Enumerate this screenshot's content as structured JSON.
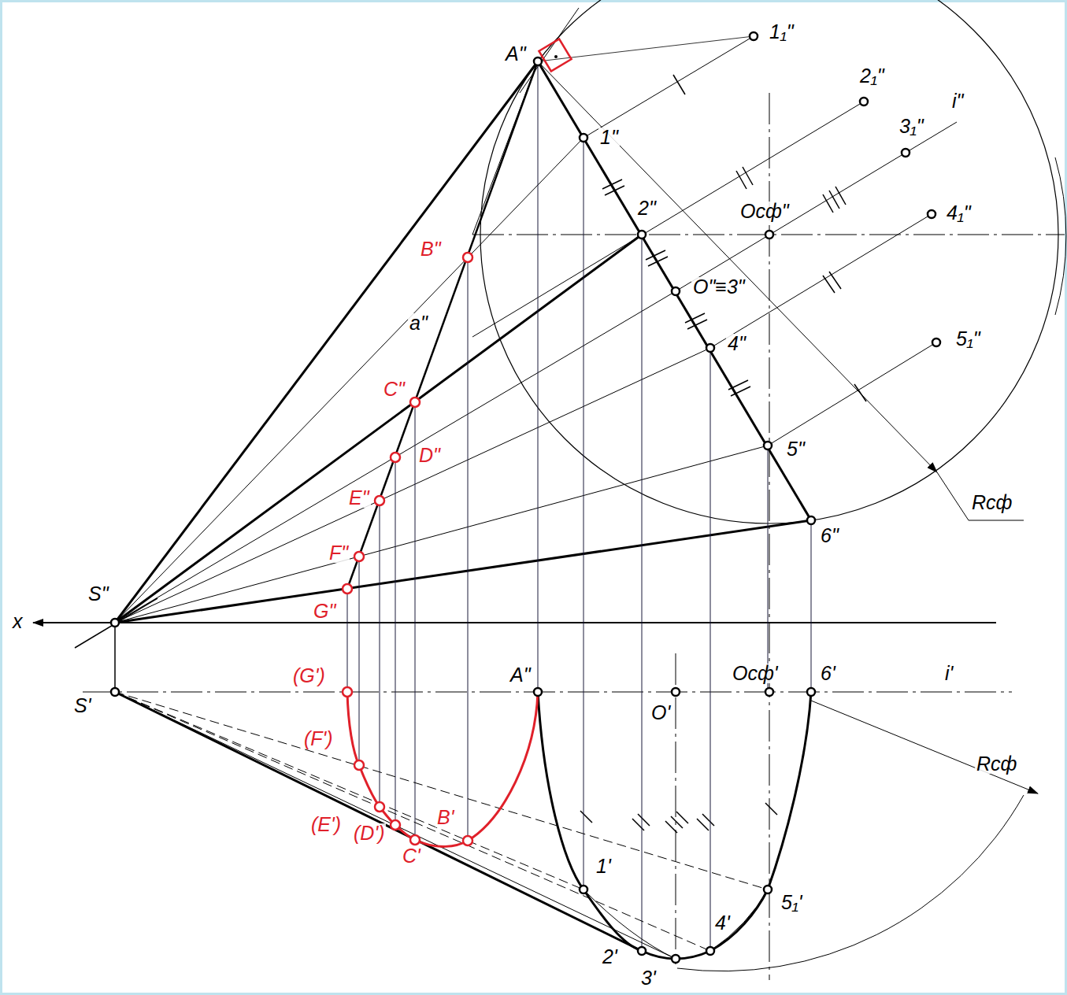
{
  "diagram": {
    "labels": [
      "A\"",
      "1₁\"",
      "2₁\"",
      "3₁\"",
      "i\"",
      "1\"",
      "2\"",
      "Oсф\"",
      "4₁\"",
      "B\"",
      "O\"≡3\"",
      "4\"",
      "5₁\"",
      "a\"",
      "C\"",
      "D\"",
      "E\"",
      "F\"",
      "5\"",
      "Rсф",
      "6\"",
      "S\"",
      "G\"",
      "x",
      "(G')",
      "A\"",
      "Oсф'",
      "6'",
      "i'",
      "(F')",
      "S'",
      "O'",
      "B'",
      "(E')",
      "(D')",
      "C'",
      "1'",
      "5₁'",
      "Rсф",
      "2'",
      "3'",
      "4'"
    ]
  }
}
